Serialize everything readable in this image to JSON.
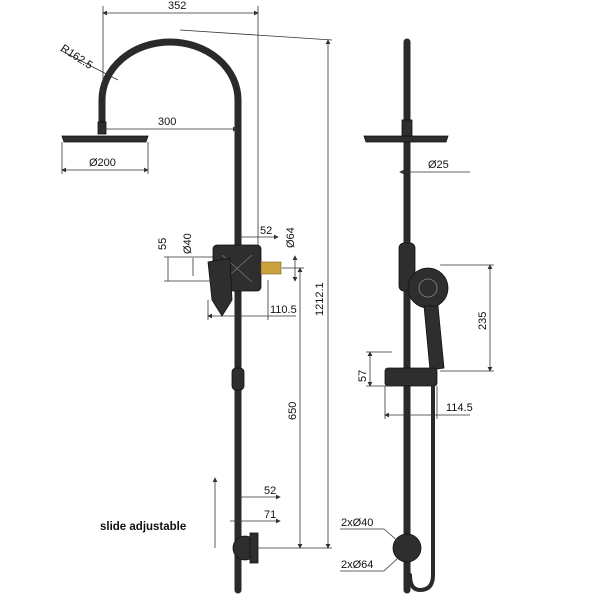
{
  "colors": {
    "fixture": "#2a2a2a",
    "brass_inlet": "#c9a23e",
    "dimension_line": "#333333"
  },
  "front_view": {
    "dims": {
      "overall_reach": "352",
      "arm_radius": "R162.5",
      "head_offset": "300",
      "head_diameter": "Ø200",
      "diverter_height": "55",
      "diverter_diameter": "Ø40",
      "diverter_projection": "52",
      "inlet_diameter": "Ø64",
      "holder_projection": "110.5",
      "overall_height": "1212.1",
      "inlet_height": "650",
      "elbow_projection_1": "52",
      "elbow_projection_2": "71"
    },
    "note": "slide adjustable"
  },
  "side_view": {
    "dims": {
      "rail_diameter": "Ø25",
      "handshower_length": "235",
      "slider_height": "57",
      "slider_projection": "114.5",
      "elbow_diameter_1": "2xØ40",
      "elbow_diameter_2": "2xØ64"
    }
  }
}
